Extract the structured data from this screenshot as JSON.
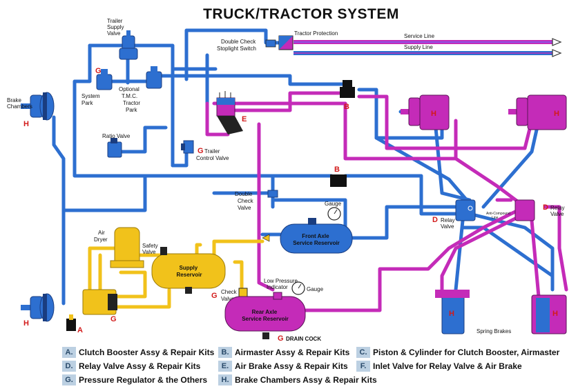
{
  "title": "TRUCK/TRACTOR SYSTEM",
  "colors": {
    "blue_line": "#2d6fd0",
    "magenta_line": "#c42bb8",
    "yellow_line": "#f1c21b",
    "component_blue": "#2d6fd0",
    "component_magenta": "#c42bb8",
    "component_yellow": "#f1c21b",
    "code_red": "#d21a1a",
    "legend_badge": "#bcd0e2"
  },
  "labels": {
    "trailer_supply_valve": [
      "Trailer",
      "Supply",
      "Valve"
    ],
    "tractor_protection": "Tractor Protection",
    "double_check_stoplight": [
      "Double Check",
      "Stoplight Switch"
    ],
    "service_line": "Service Line",
    "supply_line": "Supply Line",
    "brake_chambers": [
      "Brake",
      "Chambers"
    ],
    "system_park": [
      "System",
      "Park"
    ],
    "optional_tmc": [
      "Optional",
      "T.M.C.",
      "Tractor",
      "Park"
    ],
    "ratio_valve": "Ratio Valve",
    "trailer_control_valve": [
      "Trailer",
      "Control Valve"
    ],
    "double_check_valve": [
      "Double",
      "Check",
      "Valve"
    ],
    "gauge_front": "Gauge",
    "relay_valve_left": [
      "Relay",
      "Valve"
    ],
    "relay_valve_right": [
      "Relay",
      "Valve"
    ],
    "anti_compound": [
      "Anti-Compound",
      "Line"
    ],
    "air_dryer": [
      "Air",
      "Dryer"
    ],
    "safety_valve": [
      "Safety",
      "Valve"
    ],
    "supply_reservoir": [
      "Supply",
      "Reservoir"
    ],
    "front_axle_reservoir": [
      "Front Axle",
      "Service Reservoir"
    ],
    "low_pressure_indicator": [
      "Low Pressure",
      "Indicator"
    ],
    "gauge_rear": "Gauge",
    "check_valve": [
      "Check",
      "Valve"
    ],
    "rear_axle_reservoir": [
      "Rear Axle",
      "Service Reservoir"
    ],
    "drain_cock": "DRAIN COCK",
    "spring_brakes": "Spring Brakes"
  },
  "codes": {
    "A": "A",
    "B": "B",
    "D": "D",
    "E": "E",
    "G": "G",
    "H": "H"
  },
  "legend": [
    {
      "letter": "A.",
      "text": "Clutch Booster Assy & Repair Kits"
    },
    {
      "letter": "B.",
      "text": "Airmaster Assy & Repair Kits"
    },
    {
      "letter": "C.",
      "text": "Piston & Cylinder for Clutch Booster, Airmaster"
    },
    {
      "letter": "D.",
      "text": "Relay Valve Assy & Repair Kits"
    },
    {
      "letter": "E.",
      "text": "Air Brake Assy & Repair Kits"
    },
    {
      "letter": "F.",
      "text": "Inlet Valve for Relay Valve & Air Brake"
    },
    {
      "letter": "G.",
      "text": "Pressure Regulator & the Others"
    },
    {
      "letter": "H.",
      "text": "Brake Chambers Assy & Repair Kits"
    }
  ]
}
